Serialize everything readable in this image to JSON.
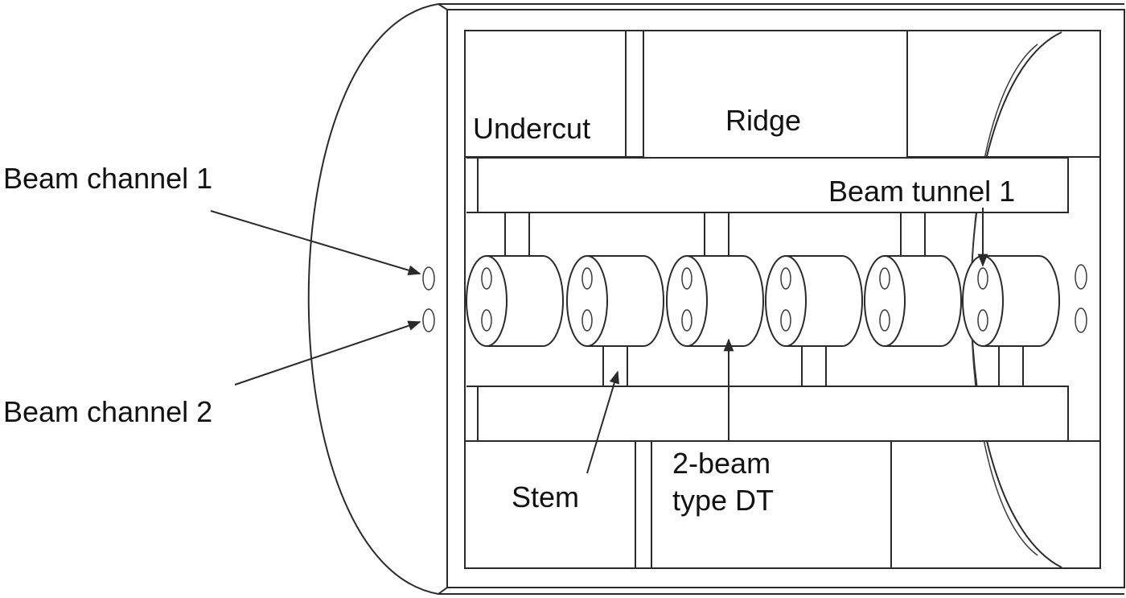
{
  "labels": {
    "beam_channel_1": "Beam channel 1",
    "beam_channel_2": "Beam channel 2",
    "undercut": "Undercut",
    "ridge": "Ridge",
    "beam_tunnel_1": "Beam tunnel 1",
    "stem": "Stem",
    "dt_line1": "2-beam",
    "dt_line2": "type DT"
  },
  "drift_tubes": {
    "count": 6,
    "stems_top": [
      1,
      3,
      5
    ],
    "stems_bottom": [
      2,
      4,
      6
    ],
    "bores_per_tube": 2
  },
  "colors": {
    "line": "#2a2a2a",
    "background": "#ffffff",
    "text": "#111111"
  }
}
